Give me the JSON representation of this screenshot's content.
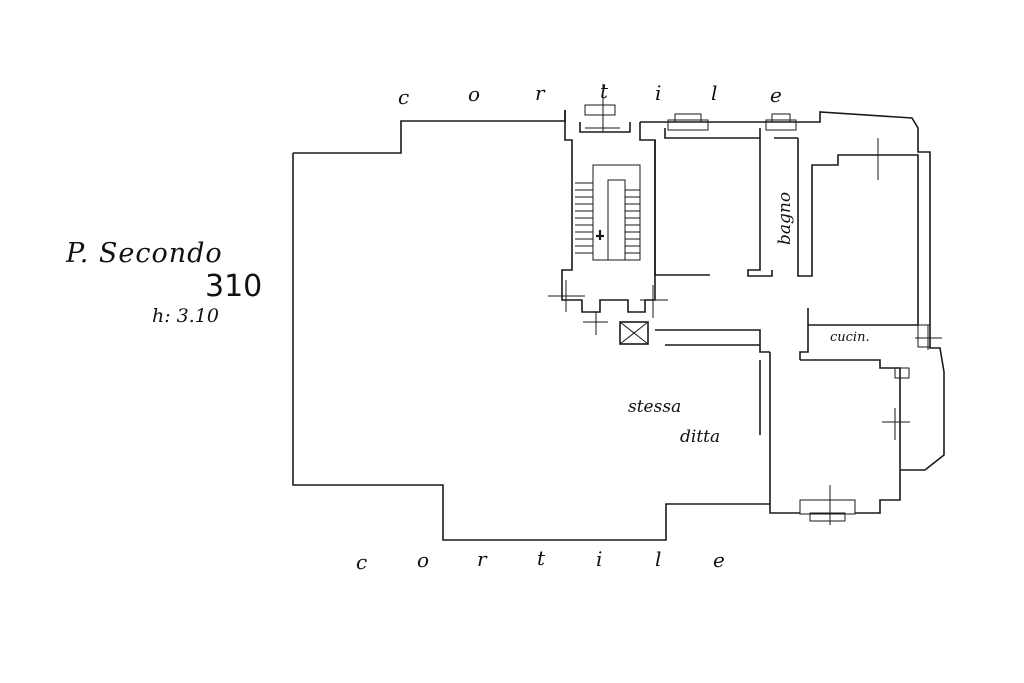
{
  "plan": {
    "floor_label": "P. Secondo",
    "sheet_number": "310",
    "height_label": "h: 3.10",
    "courtyard_top": [
      "c",
      "o",
      "r",
      "t",
      "i",
      "l",
      "e"
    ],
    "courtyard_bottom": [
      "c",
      "o",
      "r",
      "t",
      "i",
      "l",
      "e"
    ],
    "rooms": {
      "bathroom": "bagno",
      "kitchen": "cucin.",
      "same_owner_line1": "stessa",
      "same_owner_line2": "ditta"
    }
  }
}
